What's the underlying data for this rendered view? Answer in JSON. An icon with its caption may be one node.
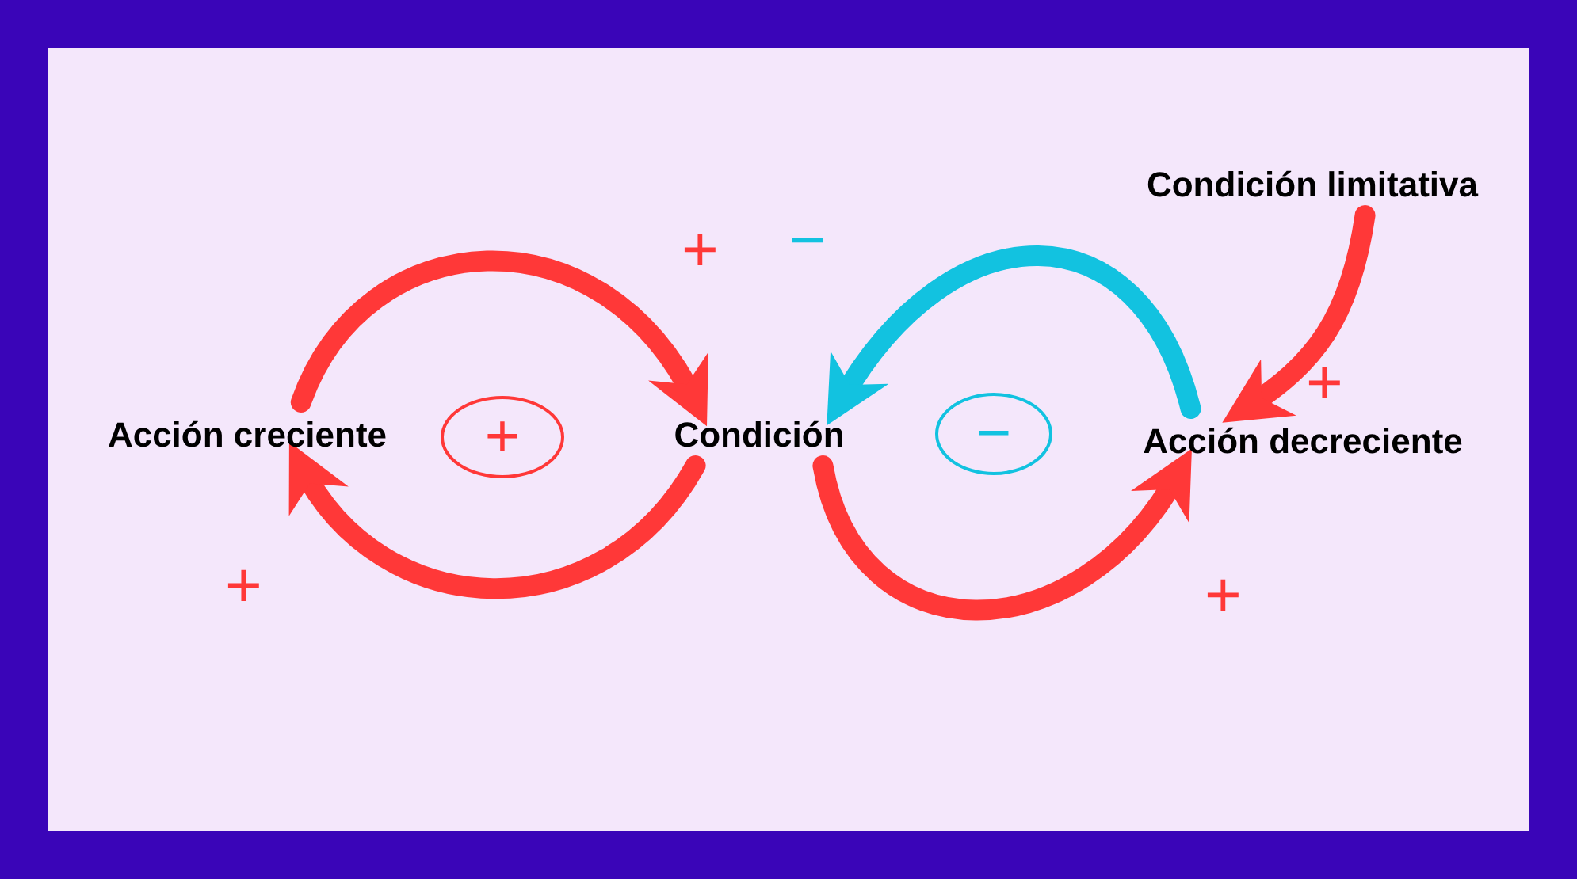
{
  "diagram": {
    "nodes": [
      {
        "text": [
          "Acción creciente"
        ]
      },
      {
        "text": [
          "Condición"
        ]
      },
      {
        "text": [
          "Acción decreciente"
        ]
      },
      {
        "text": [
          "Condición limitativa"
        ]
      },
      {
        "text": [
          "+"
        ]
      },
      {
        "text": [
          "−"
        ]
      }
    ],
    "edges": [
      {
        "from": 0,
        "to": 1,
        "arrow": "to",
        "label": "+"
      },
      {
        "from": 1,
        "to": 0,
        "arrow": "to",
        "label": "+"
      },
      {
        "from": 1,
        "to": 2,
        "arrow": "to",
        "label": "+"
      },
      {
        "from": 2,
        "to": 1,
        "arrow": "to",
        "label": "−",
        "color": "#12c2e0"
      },
      {
        "from": 3,
        "to": 2,
        "arrow": "to",
        "label": "+"
      }
    ]
  }
}
